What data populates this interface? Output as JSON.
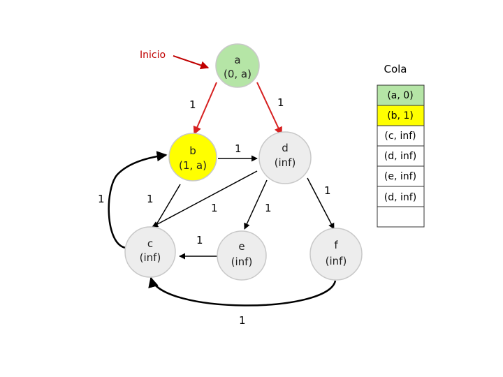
{
  "start_label": "Inicio",
  "colors": {
    "start": "#c00000",
    "visited": "#b5e5a6",
    "current": "#ffff00",
    "pending": "#ededed",
    "edge": "#000000",
    "tree_edge": "#d62020"
  },
  "nodes": {
    "a": {
      "name": "a",
      "value": "(0, a)",
      "state": "visited"
    },
    "b": {
      "name": "b",
      "value": "(1, a)",
      "state": "current"
    },
    "c": {
      "name": "c",
      "value": "(inf)",
      "state": "pending"
    },
    "d": {
      "name": "d",
      "value": "(inf)",
      "state": "pending"
    },
    "e": {
      "name": "e",
      "value": "(inf)",
      "state": "pending"
    },
    "f": {
      "name": "f",
      "value": "(inf)",
      "state": "pending"
    }
  },
  "edges": [
    {
      "from": "a",
      "to": "b",
      "weight": "1",
      "tree": true
    },
    {
      "from": "a",
      "to": "d",
      "weight": "1",
      "tree": true
    },
    {
      "from": "b",
      "to": "d",
      "weight": "1",
      "tree": false
    },
    {
      "from": "b",
      "to": "c",
      "weight": "1",
      "tree": false
    },
    {
      "from": "c",
      "to": "b",
      "weight": "1",
      "tree": false
    },
    {
      "from": "d",
      "to": "c",
      "weight": "1",
      "tree": false
    },
    {
      "from": "d",
      "to": "e",
      "weight": "1",
      "tree": false
    },
    {
      "from": "d",
      "to": "f",
      "weight": "1",
      "tree": false
    },
    {
      "from": "e",
      "to": "c",
      "weight": "1",
      "tree": false
    },
    {
      "from": "f",
      "to": "c",
      "weight": "1",
      "tree": false
    }
  ],
  "queue": {
    "title": "Cola",
    "items": [
      {
        "label": "(a, 0)",
        "state": "visited"
      },
      {
        "label": "(b, 1)",
        "state": "current"
      },
      {
        "label": "(c, inf)",
        "state": "empty"
      },
      {
        "label": "(d, inf)",
        "state": "empty"
      },
      {
        "label": "(e, inf)",
        "state": "empty"
      },
      {
        "label": "(d, inf)",
        "state": "empty"
      },
      {
        "label": "",
        "state": "empty"
      }
    ]
  }
}
